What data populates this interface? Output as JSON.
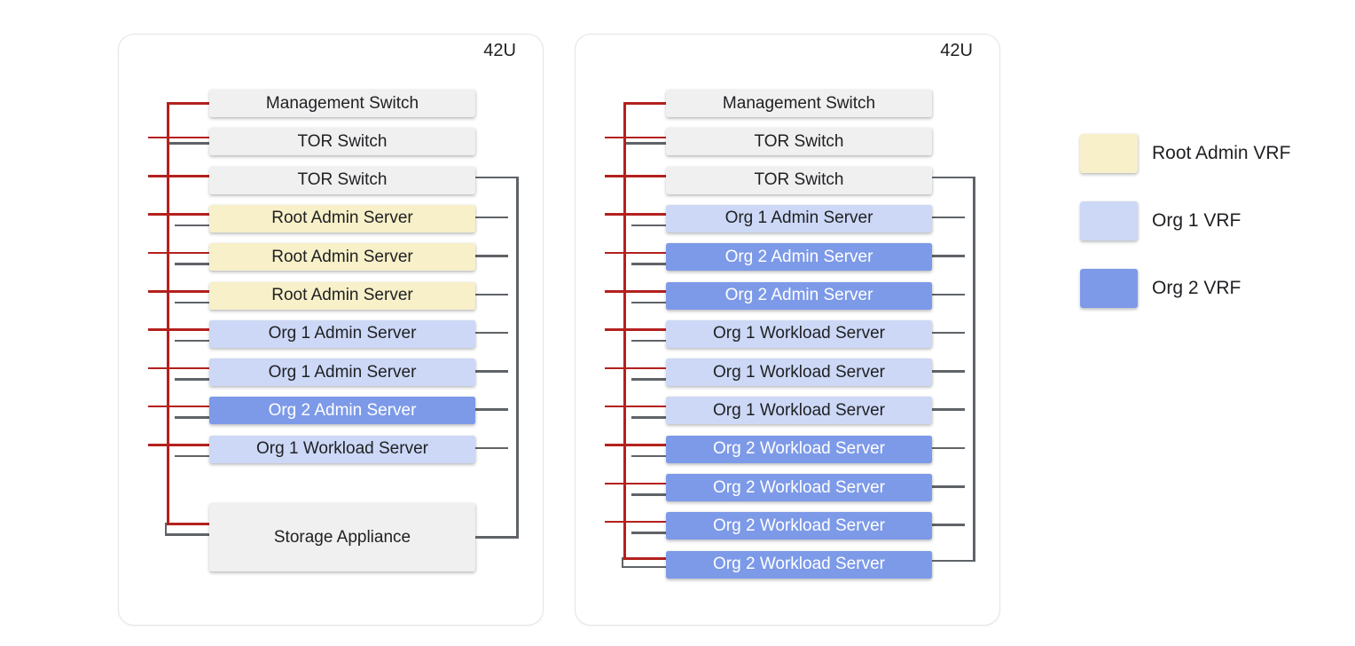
{
  "racks": [
    {
      "id": "rack-1",
      "capacity_label": "42U",
      "units": [
        {
          "label": "Management Switch",
          "kind": "switch",
          "vrf": null,
          "mgmt": "corner",
          "data_left": null,
          "data_right": null
        },
        {
          "label": "TOR Switch",
          "kind": "switch",
          "vrf": null,
          "mgmt": "cross",
          "data_left": "stub-long",
          "data_right": null
        },
        {
          "label": "TOR Switch",
          "kind": "switch",
          "vrf": null,
          "mgmt": "cross",
          "data_left": null,
          "data_right": "trunk-start"
        },
        {
          "label": "Root Admin Server",
          "kind": "server",
          "vrf": "root",
          "mgmt": "cross",
          "data_left": "stub",
          "data_right": "stub"
        },
        {
          "label": "Root Admin Server",
          "kind": "server",
          "vrf": "root",
          "mgmt": "cross",
          "data_left": "stub",
          "data_right": "stub"
        },
        {
          "label": "Root Admin Server",
          "kind": "server",
          "vrf": "root",
          "mgmt": "cross",
          "data_left": "stub",
          "data_right": "stub"
        },
        {
          "label": "Org 1 Admin Server",
          "kind": "server",
          "vrf": "org1",
          "mgmt": "cross",
          "data_left": "stub",
          "data_right": "stub"
        },
        {
          "label": "Org 1 Admin Server",
          "kind": "server",
          "vrf": "org1",
          "mgmt": "cross",
          "data_left": "stub",
          "data_right": "stub"
        },
        {
          "label": "Org 2 Admin Server",
          "kind": "server",
          "vrf": "org2",
          "mgmt": "cross",
          "data_left": "stub",
          "data_right": "stub"
        },
        {
          "label": "Org 1 Workload Server",
          "kind": "server",
          "vrf": "org1",
          "mgmt": "cross",
          "data_left": "stub",
          "data_right": "stub"
        },
        {
          "label": "Storage Appliance",
          "kind": "storage",
          "vrf": null,
          "tall": true,
          "mgmt": "bend",
          "data_left": "bend",
          "data_right": "bend"
        }
      ]
    },
    {
      "id": "rack-2",
      "capacity_label": "42U",
      "units": [
        {
          "label": "Management Switch",
          "kind": "switch",
          "vrf": null,
          "mgmt": "corner",
          "data_left": null,
          "data_right": null
        },
        {
          "label": "TOR Switch",
          "kind": "switch",
          "vrf": null,
          "mgmt": "cross",
          "data_left": "stub-long",
          "data_right": null
        },
        {
          "label": "TOR Switch",
          "kind": "switch",
          "vrf": null,
          "mgmt": "cross",
          "data_left": null,
          "data_right": "trunk-start"
        },
        {
          "label": "Org 1 Admin Server",
          "kind": "server",
          "vrf": "org1",
          "mgmt": "cross",
          "data_left": "stub",
          "data_right": "stub"
        },
        {
          "label": "Org 2 Admin Server",
          "kind": "server",
          "vrf": "org2",
          "mgmt": "cross",
          "data_left": "stub",
          "data_right": "stub"
        },
        {
          "label": "Org 2 Admin Server",
          "kind": "server",
          "vrf": "org2",
          "mgmt": "cross",
          "data_left": "stub",
          "data_right": "stub"
        },
        {
          "label": "Org 1 Workload Server",
          "kind": "server",
          "vrf": "org1",
          "mgmt": "cross",
          "data_left": "stub",
          "data_right": "stub"
        },
        {
          "label": "Org 1 Workload Server",
          "kind": "server",
          "vrf": "org1",
          "mgmt": "cross",
          "data_left": "stub",
          "data_right": "stub"
        },
        {
          "label": "Org 1 Workload Server",
          "kind": "server",
          "vrf": "org1",
          "mgmt": "cross",
          "data_left": "stub",
          "data_right": "stub"
        },
        {
          "label": "Org 2 Workload Server",
          "kind": "server",
          "vrf": "org2",
          "mgmt": "cross",
          "data_left": "stub",
          "data_right": "stub"
        },
        {
          "label": "Org 2 Workload Server",
          "kind": "server",
          "vrf": "org2",
          "mgmt": "cross",
          "data_left": "stub",
          "data_right": "stub"
        },
        {
          "label": "Org 2 Workload Server",
          "kind": "server",
          "vrf": "org2",
          "mgmt": "cross",
          "data_left": "stub",
          "data_right": "stub"
        },
        {
          "label": "Org 2 Workload Server",
          "kind": "server",
          "vrf": "org2",
          "mgmt": "bend",
          "data_left": "bend",
          "data_right": "bend"
        }
      ]
    }
  ],
  "legend": {
    "items": [
      {
        "label": "Root Admin VRF",
        "vrf": "root"
      },
      {
        "label": "Org 1 VRF",
        "vrf": "org1"
      },
      {
        "label": "Org 2 VRF",
        "vrf": "org2"
      }
    ]
  },
  "colors": {
    "switch": "#F0F0F0",
    "storage": "#F0F0F0",
    "root": "#F8F0C8",
    "org1": "#CCD8F6",
    "org2": "#7D9AE8",
    "mgmt_line": "#B3211E",
    "data_line": "#5F6368",
    "text_dark": "#202124",
    "text_light": "#FFFFFF"
  }
}
